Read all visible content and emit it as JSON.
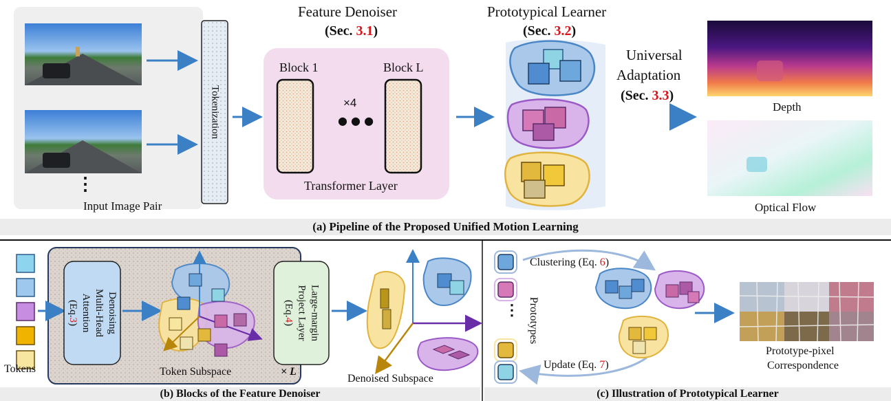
{
  "pipeline": {
    "input_label": "Input Image Pair",
    "dots": "⋮",
    "tokenization": "Tokenization",
    "denoiser_title": "Feature Denoiser",
    "denoiser_sec_prefix": "(Sec. ",
    "denoiser_sec_num": "3.1",
    "sec_suffix": ")",
    "block1": "Block 1",
    "blockL": "Block L",
    "times4": "×4",
    "ellipsis": "● ● ●",
    "transformer_layer": "Transformer Layer",
    "proto_title": "Prototypical Learner",
    "proto_sec_prefix": "(Sec. ",
    "proto_sec_num": "3.2",
    "universal": "Universal",
    "adaptation": "Adaptation",
    "adapt_sec_prefix": "(Sec. ",
    "adapt_sec_num": "3.3",
    "depth": "Depth",
    "optical_flow": "Optical Flow",
    "caption": "(a) Pipeline of the Proposed Unified Motion Learning"
  },
  "blocks": {
    "tokens": "Tokens",
    "dmha_lines": [
      "Denoising",
      "Multi-Head",
      "Attention",
      "(Eq."
    ],
    "dmha_eq": "3",
    "dmha_close": ")",
    "lmp_lines": [
      "Large-margin",
      "Project Layer",
      "(Eq."
    ],
    "lmp_eq": "4",
    "lmp_close": ")",
    "token_subspace": "Token Subspace",
    "times_l": "× L",
    "denoised_subspace": "Denoised Subspace",
    "caption": "(b) Blocks of the Feature Denoiser"
  },
  "proto": {
    "clustering_prefix": "Clustering (Eq. ",
    "clustering_eq": "6",
    "close": ")",
    "prototypes": "Prototypes",
    "update_prefix": "Update (Eq. ",
    "update_eq": "7",
    "correspondence_1": "Prototype-pixel",
    "correspondence_2": "Correspondence",
    "caption": "(c) Illustration of Prototypical Learner"
  },
  "colors": {
    "accent_red": "#d8151a",
    "arrow_blue": "#3b7fc4",
    "blue_cluster": "#a9c8ea",
    "purple_cluster": "#d8b4ea",
    "yellow_cluster": "#f9e3a0",
    "pink_panel": "#f3dced"
  }
}
